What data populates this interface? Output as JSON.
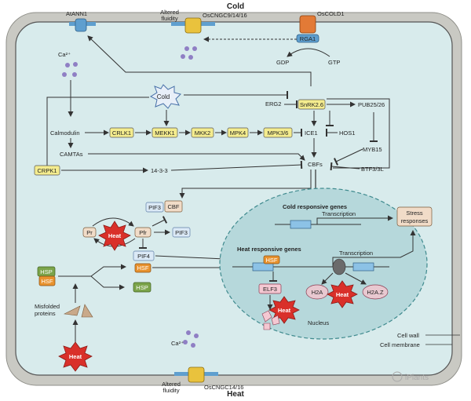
{
  "header": {
    "cold": "Cold"
  },
  "footer": {
    "heat": "Heat"
  },
  "top_channels": {
    "atann1": "AtANN1",
    "altered_fluidity": [
      "Altered",
      "fluidity"
    ],
    "oscngc_top": "OsCNGC9/14/16",
    "oscold1": "OsCOLD1",
    "rga1": "RGA1",
    "gdp": "GDP",
    "gtp": "GTP"
  },
  "cold_signal": {
    "ca": "Ca²⁺",
    "cold_burst": "Cold",
    "erg2": "ERG2",
    "snrk": "SnRK2.6",
    "pub": "PUB25/26",
    "calmodulin": "Calmodulin",
    "crlk1": "CRLK1",
    "mekk1": "MEKK1",
    "mkk2": "MKK2",
    "mpk4": "MPK4",
    "mpk36": "MPK3/6",
    "ice1": "ICE1",
    "hos1": "HOS1",
    "camtas": "CAMTAs",
    "myb15": "MYB15",
    "crpk1": "CRPK1",
    "p1433": "14-3-3",
    "cbfs": "CBFs",
    "btf3": "BTF3/3L"
  },
  "heat_signal": {
    "pif3": "PIF3",
    "cbf": "CBF",
    "pr": "Pr",
    "heat_burst": "Heat",
    "pfr": "Pfr",
    "pif3b": "PIF3",
    "pif4": "PIF4",
    "hsp": "HSP",
    "hsf": "HSF",
    "hsf_small": "HSF",
    "hsf_nuc": "HSF",
    "hsp2": "HSP",
    "misfolded": [
      "Misfolded",
      "proteins"
    ],
    "heat_bottom": "Heat"
  },
  "nucleus": {
    "cold_genes": "Cold responsive genes",
    "transcription1": "Transcription",
    "stress": [
      "Stress",
      "responses"
    ],
    "heat_genes": "Heat responsive genes",
    "transcription2": "Transcription",
    "elf3": "ELF3",
    "heat_nuc": "Heat",
    "h2a": "H2A",
    "heat_h2": "Heat",
    "h2az": "H2A.Z",
    "label": "Nucleus"
  },
  "bottom": {
    "ca": "Ca²⁺",
    "altered_fluidity": [
      "Altered",
      "fluidity"
    ],
    "oscngc": "OsCNGC14/16",
    "cell_wall": "Cell wall",
    "cell_membrane": "Cell membrane",
    "watermark": "iPlants"
  },
  "colors": {
    "cell_wall": "#c9c9c3",
    "cytoplasm": "#d8ebec",
    "nucleus": "#b6d8db",
    "yellow_box": "#f4ec8e",
    "channel_blue": "#5f9fcf",
    "heat_red": "#d9302a",
    "protein_tan": "#f1dcc8"
  }
}
